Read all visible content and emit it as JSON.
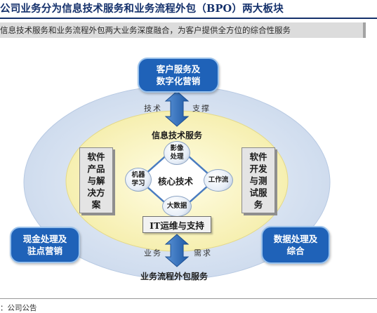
{
  "header": {
    "title": "公司业务分为信息技术服务和业务流程外包（BPO）两大板块",
    "subtitle": "信息技术服务和业务流程外包两大业务深度融合，为客户提供全方位的综合性服务"
  },
  "diagram": {
    "top_box": "客户服务及\n数字化营销",
    "left_box": "现金处理及\n驻点营销",
    "right_box": "数据处理及\n综合",
    "top_arrow": {
      "left_label": "技术",
      "right_label": "支撑"
    },
    "bottom_arrow": {
      "left_label": "业务",
      "right_label": "需求"
    },
    "it_services_label": "信息技术服务",
    "bpo_label": "业务流程外包服务",
    "software_products": "软件\n产品\n与解\n决方\n案",
    "software_dev": "软件\n开发\n与测\n试服\n务",
    "core_tech": "核心技术",
    "bubbles": {
      "top": "影像\n处理",
      "left": "机器\n学习",
      "right": "工作流",
      "bottom": "大数据"
    },
    "it_ops": "IT运维与支持"
  },
  "footer": {
    "source": "：公司公告"
  },
  "colors": {
    "navy": "#14306b",
    "blue_box": "#1f62b8",
    "outer_ellipse": "#dbe6f3",
    "inner_ellipse": "#fbf7c8",
    "arrow": "#2f6fbd"
  }
}
